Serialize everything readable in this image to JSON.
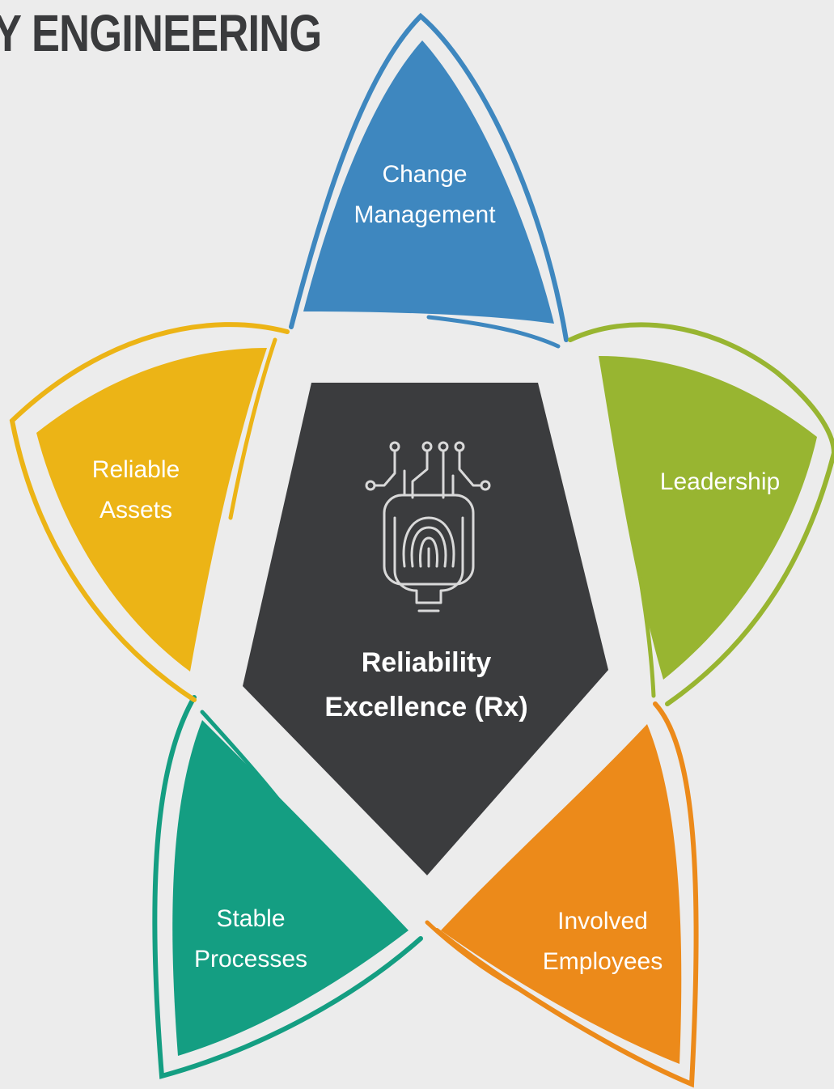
{
  "title": "Y ENGINEERING",
  "center": {
    "line1": "Reliability",
    "line2": "Excellence (Rx)",
    "icon": "fingerprint-circuit-icon",
    "color": "#3b3c3e"
  },
  "petals": [
    {
      "line1": "Change",
      "line2": "Management",
      "color": "#3e87bf"
    },
    {
      "line1": "Leadership",
      "line2": "",
      "color": "#98b531"
    },
    {
      "line1": "Involved",
      "line2": "Employees",
      "color": "#ec8a1a"
    },
    {
      "line1": "Stable",
      "line2": "Processes",
      "color": "#149e82"
    },
    {
      "line1": "Reliable",
      "line2": "Assets",
      "color": "#ecb416"
    }
  ]
}
